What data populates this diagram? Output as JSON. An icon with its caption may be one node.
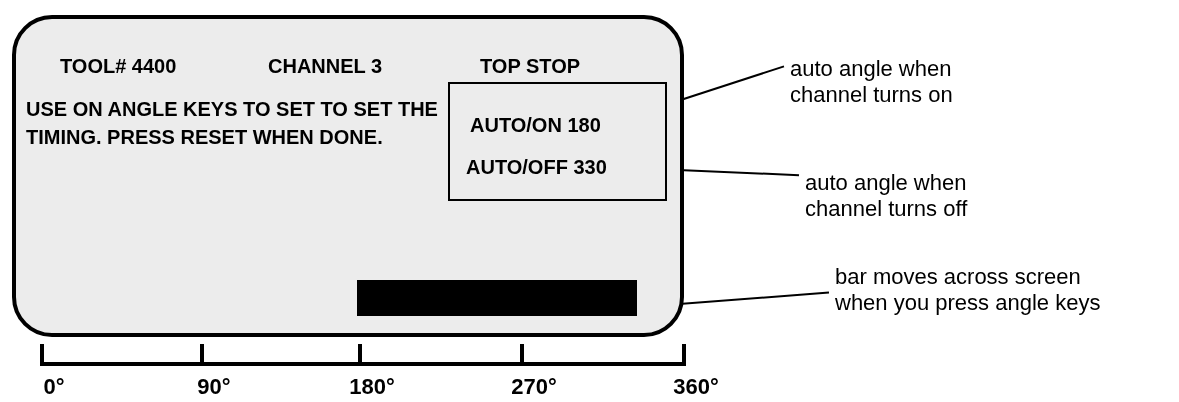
{
  "diagram": {
    "nodes": [
      {
        "text": [
          "TOOL# 4400",
          "CHANNEL 3",
          "TOP STOP",
          "USE ON ANGLE KEYS TO SET TO SET THE TIMING. PRESS RESET WHEN DONE."
        ]
      },
      {
        "text": [],
        "shape": "box",
        "in": 0
      },
      {
        "text": [
          "AUTO/ON 180"
        ],
        "in": 1
      },
      {
        "text": [
          "AUTO/OFF 330"
        ],
        "in": 1
      },
      {
        "text": [],
        "shape": "bar",
        "in": 0
      },
      {
        "text": [
          "auto angle when channel turns on"
        ]
      },
      {
        "text": [
          "auto angle when channel turns off"
        ]
      },
      {
        "text": [
          "bar moves across screen when you press angle keys"
        ]
      }
    ],
    "edges": [
      {
        "from": 5,
        "to": 2,
        "arrow": "none"
      },
      {
        "from": 6,
        "to": 3,
        "arrow": "none"
      },
      {
        "from": 7,
        "to": 4,
        "arrow": "none"
      }
    ],
    "labels": [
      "0°",
      "90°",
      "180°",
      "270°",
      "360°"
    ]
  }
}
